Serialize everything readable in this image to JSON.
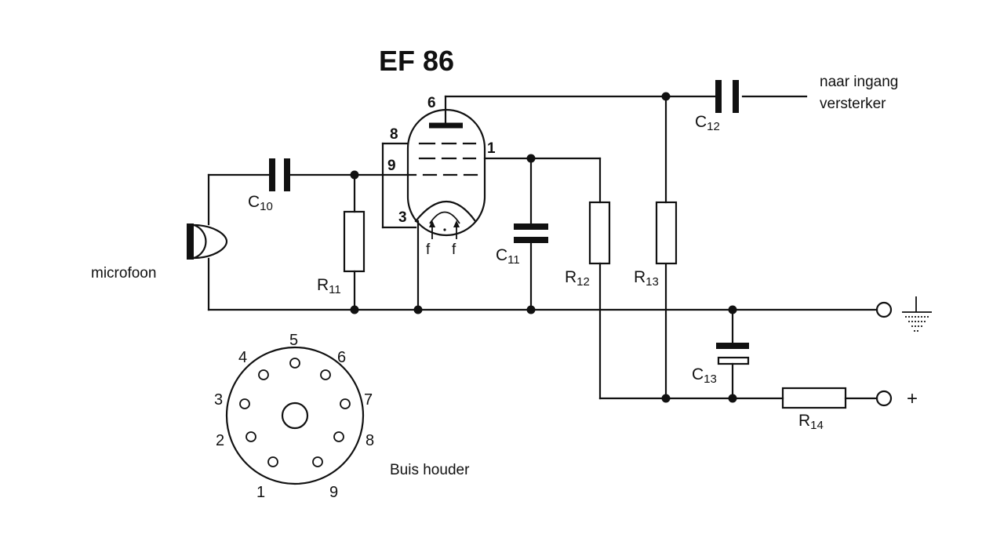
{
  "title": "EF 86",
  "output_label": [
    "naar ingang",
    "versterker"
  ],
  "microphone_label": "microfoon",
  "socket_label": "Buis houder",
  "plus_label": "+",
  "filament_label": "f",
  "tube_pins": {
    "anode": "6",
    "g3": "8",
    "g1": "9",
    "cathode": "3",
    "g2": "1"
  },
  "components": {
    "C10": {
      "letter": "C",
      "index": "10"
    },
    "C11": {
      "letter": "C",
      "index": "11"
    },
    "C12": {
      "letter": "C",
      "index": "12"
    },
    "C13": {
      "letter": "C",
      "index": "13"
    },
    "R11": {
      "letter": "R",
      "index": "11"
    },
    "R12": {
      "letter": "R",
      "index": "12"
    },
    "R13": {
      "letter": "R",
      "index": "13"
    },
    "R14": {
      "letter": "R",
      "index": "14"
    }
  },
  "socket_pins": [
    "1",
    "2",
    "3",
    "4",
    "5",
    "6",
    "7",
    "8",
    "9"
  ]
}
